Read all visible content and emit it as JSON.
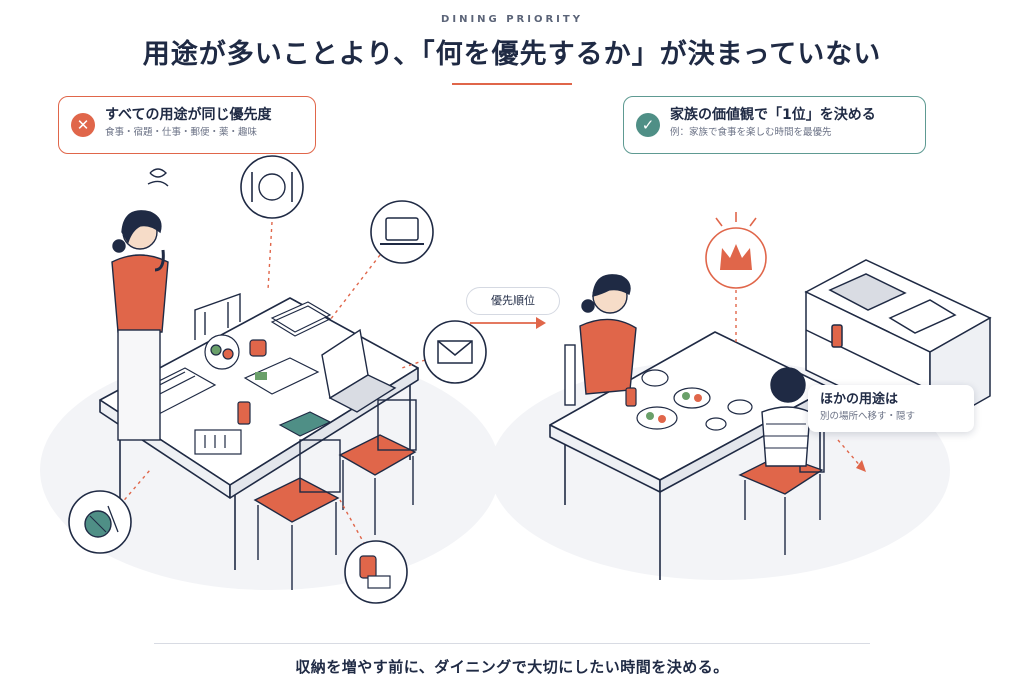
{
  "header": {
    "eyebrow": "DINING PRIORITY",
    "title": "用途が多いことより、「何を優先するか」が決まっていない"
  },
  "left_callout": {
    "icon": "x-mark-icon",
    "heading": "すべての用途が同じ優先度",
    "subtext": "食事・宿題・仕事・郵便・薬・趣味"
  },
  "right_callout": {
    "icon": "check-mark-icon",
    "heading": "家族の価値観で「1位」を決める",
    "subtext": "例：家族で食事を楽しむ時間を最優先"
  },
  "transition": {
    "label": "優先順位"
  },
  "side_note": {
    "heading": "ほかの用途は",
    "subtext": "別の場所へ移す・隠す"
  },
  "footer": {
    "text": "収納を増やす前に、ダイニングで大切にしたい時間を決める。"
  },
  "colors": {
    "accent": "#e0664a",
    "teal": "#4f8f86",
    "navy": "#1f2a44"
  }
}
